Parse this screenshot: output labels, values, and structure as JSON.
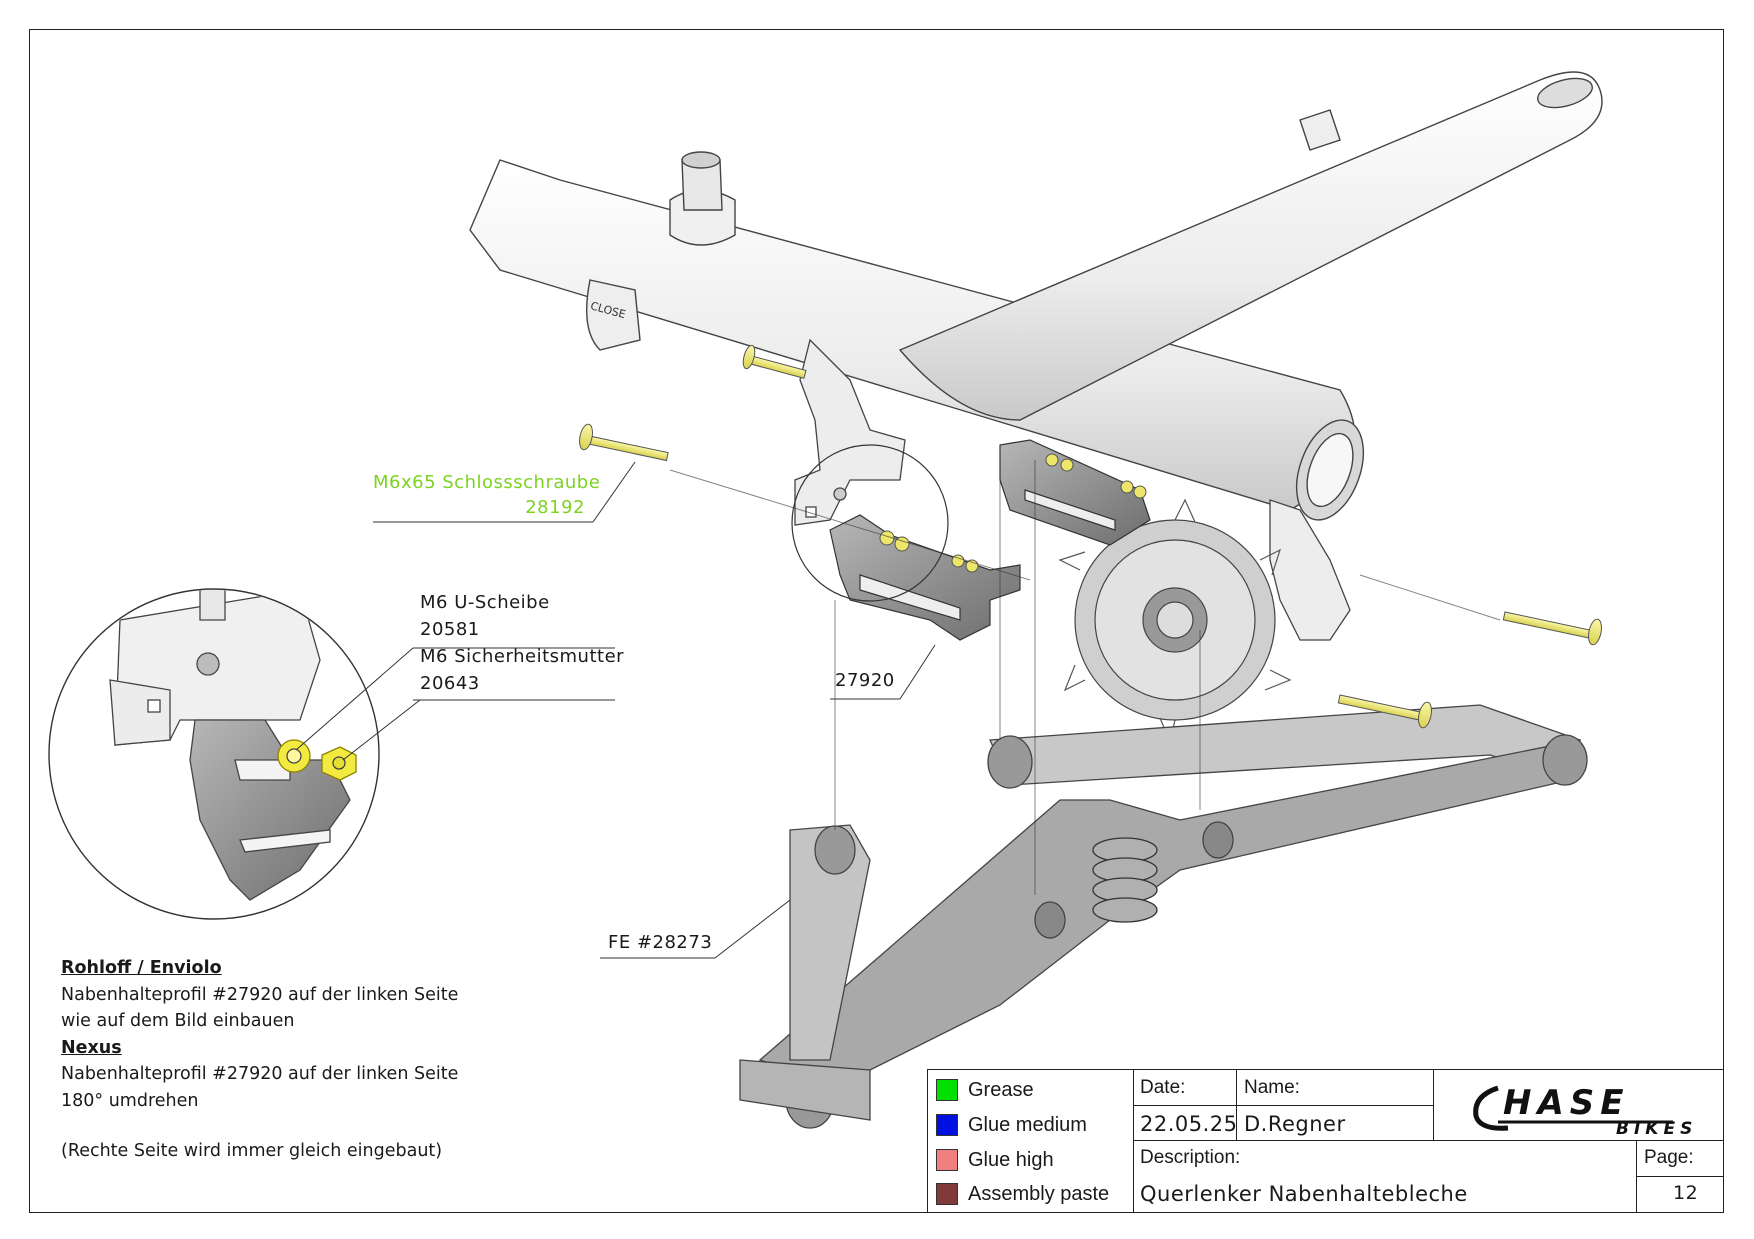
{
  "callouts": {
    "bolt_name": "M6x65 Schlossschraube",
    "bolt_number": "28192",
    "washer_name": "M6 U-Scheibe",
    "washer_number": "20581",
    "nut_name": "M6 Sicherheitsmutter",
    "nut_number": "20643",
    "profile_number": "27920",
    "arm_label": "FE #28273"
  },
  "frame_mark": "CLOSE",
  "notes": {
    "heading1": "Rohloff / Enviolo",
    "line1": "Nabenhalteprofil #27920 auf der linken Seite",
    "line2": "wie auf dem Bild einbauen",
    "heading2": "Nexus",
    "line3": "Nabenhalteprofil #27920 auf der linken Seite",
    "line4": "180° umdrehen",
    "line5": "(Rechte Seite wird immer gleich eingebaut)"
  },
  "legend": [
    {
      "label": "Grease",
      "color": "#00e000"
    },
    {
      "label": "Glue medium",
      "color": "#0010e0"
    },
    {
      "label": "Glue high",
      "color": "#f08080"
    },
    {
      "label": "Assembly paste",
      "color": "#803a3a"
    }
  ],
  "title_block": {
    "date_label": "Date:",
    "date_value": "22.05.25",
    "name_label": "Name:",
    "name_value": "D.Regner",
    "description_label": "Description:",
    "description_value": "Querlenker Nabenhaltebleche",
    "page_label": "Page:",
    "page_value": "12",
    "logo_main": "HASE",
    "logo_sub": "BIKES"
  },
  "colors": {
    "callout_green": "#7cd321",
    "fastener_yellow": "#f2ee7a",
    "part_gray": "#8a8a8a",
    "frame_white": "#f4f4f4"
  }
}
